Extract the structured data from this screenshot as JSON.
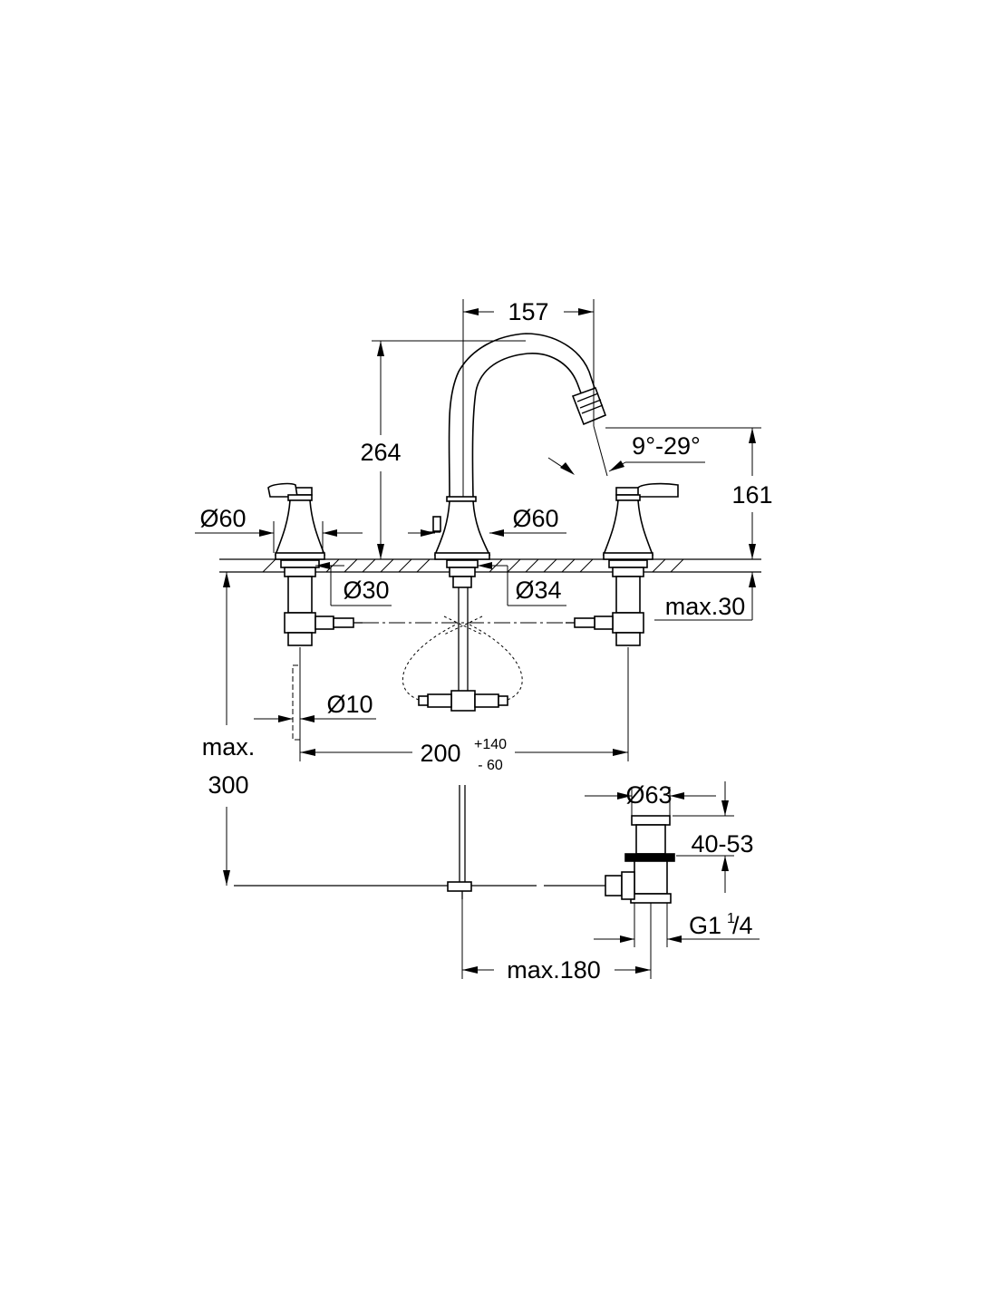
{
  "dimensions": {
    "spout_reach": "157",
    "spout_height": "264",
    "outlet_height": "161",
    "spout_angle": "9°-29°",
    "handle_diameter": "Ø60",
    "spout_base_diameter": "Ø60",
    "handle_hole": "Ø30",
    "spout_hole": "Ø34",
    "deck_thickness": "max.30",
    "hose_diameter": "Ø10",
    "spread_nominal": "200",
    "spread_plus": "+140",
    "spread_minus": "- 60",
    "max_label": "max.",
    "max_depth": "300",
    "drain_diameter": "Ø63",
    "drain_height": "40-53",
    "drain_thread_main": "G1",
    "drain_thread_num": "1",
    "drain_thread_den": "/4",
    "rod_reach": "max.180"
  }
}
